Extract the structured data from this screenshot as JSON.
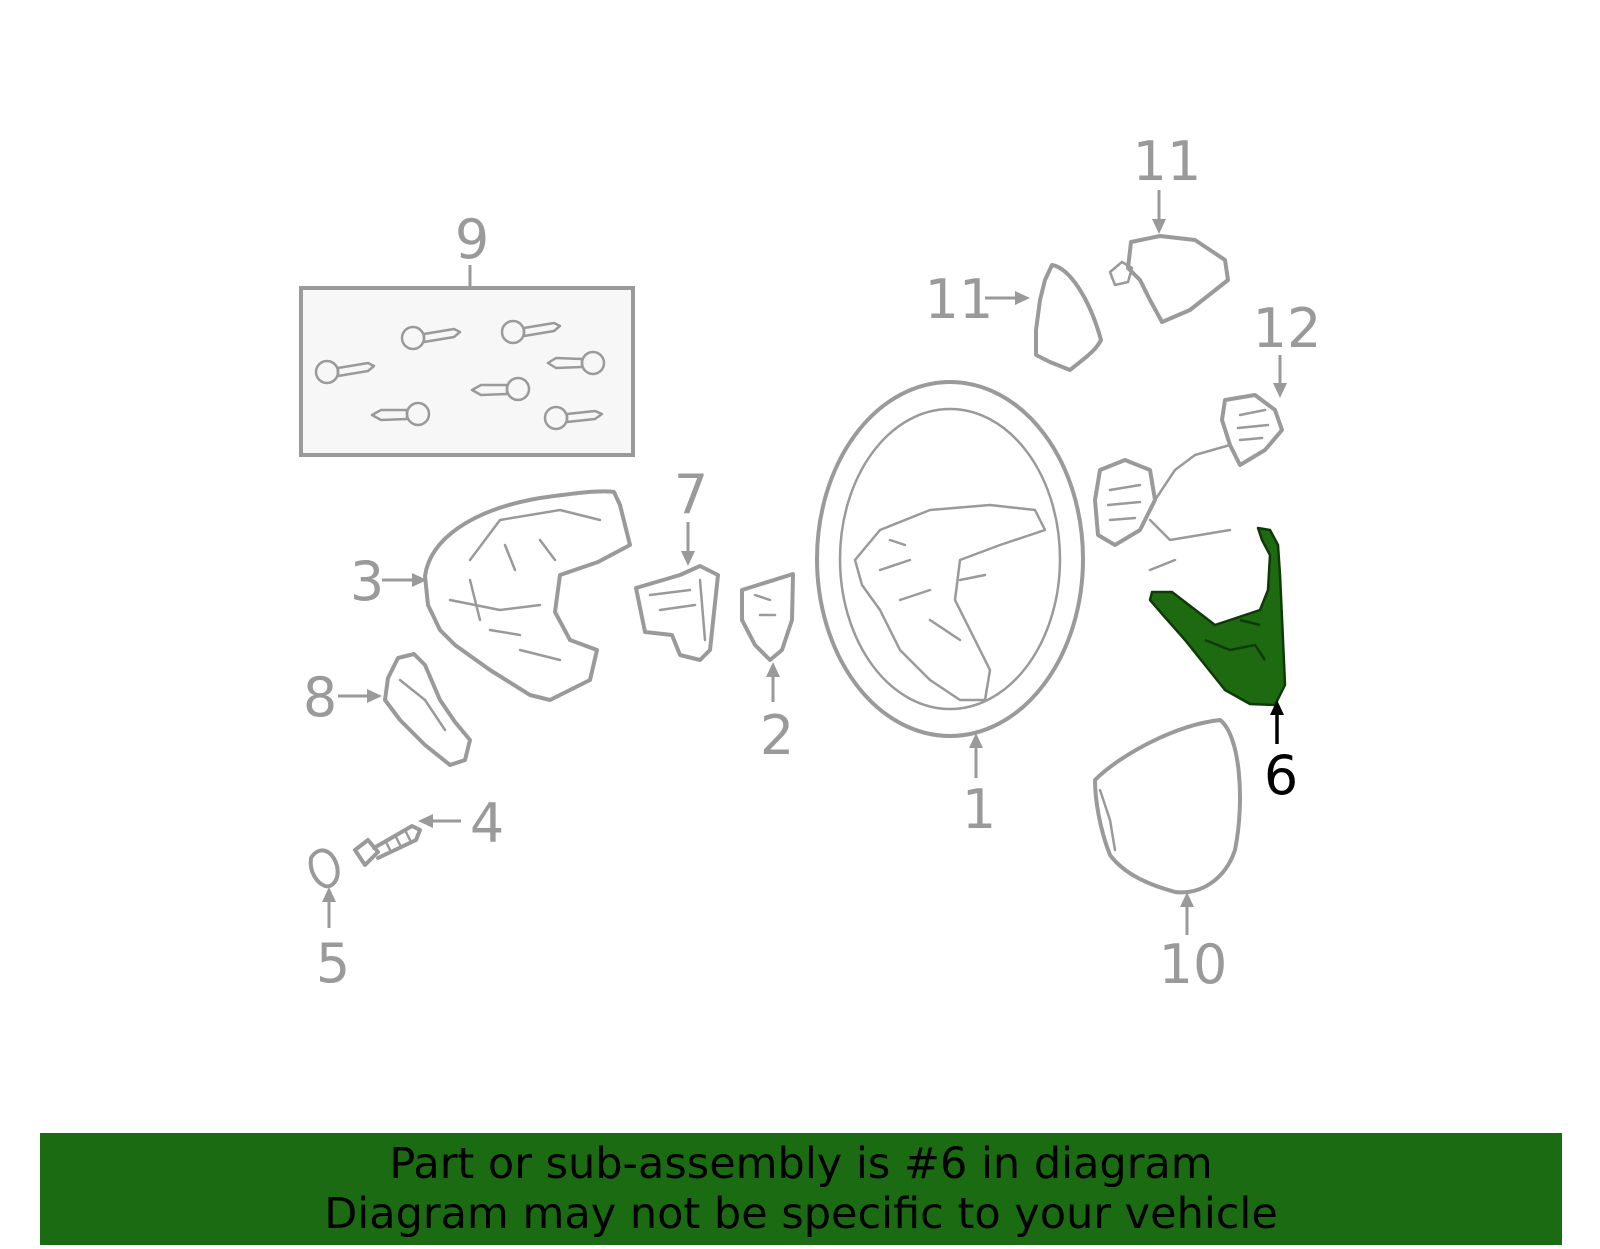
{
  "colors": {
    "highlight": "#1e6a10",
    "banner": "#1a6b12",
    "line": "#9a9a9a",
    "kit_box": "#f7f7f7"
  },
  "callouts": {
    "c1": "1",
    "c2": "2",
    "c3": "3",
    "c4": "4",
    "c5": "5",
    "c6": "6",
    "c7": "7",
    "c8": "8",
    "c9": "9",
    "c10": "10",
    "c11a": "11",
    "c11b": "11",
    "c12": "12"
  },
  "banner": {
    "line1": "Part or sub-assembly is #6 in diagram",
    "line2": "Diagram may not be specific to your vehicle"
  }
}
